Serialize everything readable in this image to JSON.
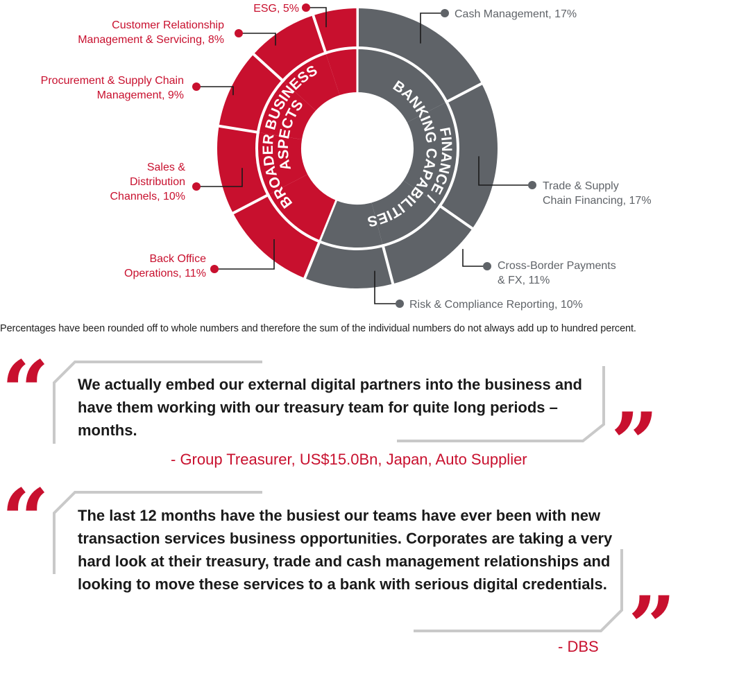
{
  "chart_data": {
    "type": "pie",
    "style": "donut",
    "groups": [
      {
        "label": "FINANCE / BANKING CAPABILITIES",
        "color": "#5f6368",
        "slices": [
          {
            "label": "Cash Management, 17%",
            "value": 17
          },
          {
            "label": "Trade & Supply\nChain Financing, 17%",
            "value": 17
          },
          {
            "label": "Cross-Border Payments\n& FX, 11%",
            "value": 11
          },
          {
            "label": "Risk & Compliance Reporting, 10%",
            "value": 10
          }
        ]
      },
      {
        "label": "BROADER BUSINESS ASPECTS",
        "color": "#c8102e",
        "slices": [
          {
            "label": "Back Office\nOperations, 11%",
            "value": 11
          },
          {
            "label": "Sales &\nDistribution\nChannels, 10%",
            "value": 10
          },
          {
            "label": "Procurement & Supply Chain\nManagement, 9%",
            "value": 9
          },
          {
            "label": "Customer Relationship\nManagement & Servicing, 8%",
            "value": 8
          },
          {
            "label": "ESG, 5%",
            "value": 5
          }
        ]
      }
    ]
  },
  "footnote": "Percentages have been rounded off to whole numbers and therefore the sum of the individual numbers do not always add up to hundred percent.",
  "quotes": [
    {
      "text": "We actually embed our external digital partners into the business and have them working with our treasury team for quite long periods – months.",
      "attribution": "- Group Treasurer, US$15.0Bn, Japan, Auto Supplier"
    },
    {
      "text": "The last 12 months have the busiest our teams have ever been with new transaction services business opportunities. Corporates are taking a very hard look at their treasury, trade and cash management relationships and looking to move these services to a bank with serious digital credentials.",
      "attribution": "- DBS"
    }
  ],
  "quote_marks": {
    "open": "“",
    "close": "”"
  },
  "colors": {
    "accent": "#c8102e",
    "gray": "#5f6368"
  }
}
